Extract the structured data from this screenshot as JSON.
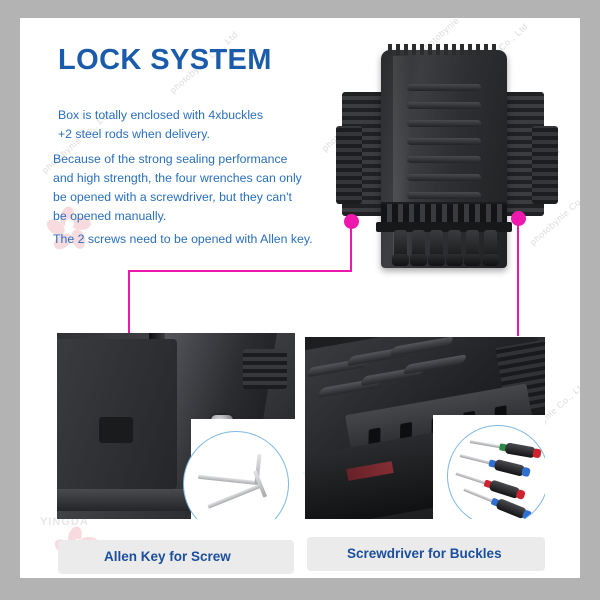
{
  "page": {
    "title": "LOCK SYSTEM",
    "title_color": "#1b5bab",
    "body_color": "#2a6fbd",
    "frame_color": "#b3b3b3",
    "background": "#ffffff",
    "callout_color": "#ee19ac",
    "caption_bg": "#ebebeb",
    "caption_text_color": "#1b4f9c"
  },
  "paragraphs": {
    "p1": {
      "line1": "Box is totally enclosed with 4xbuckles",
      "line2": "+2 steel rods when delivery."
    },
    "p2": {
      "line1": "Because of the strong sealing performance",
      "line2": "and high strength, the four wrenches can only",
      "line3": "be opened with a screwdriver, but they can't",
      "line4": "be opened manually."
    },
    "p3": {
      "line1": "The 2 screws need to be opened with Allen key."
    }
  },
  "captions": {
    "left": "Allen Key for Screw",
    "right": "Screwdriver for Buckles"
  },
  "photos": {
    "hero": "fiber-optic-splice-closure-black-enclosure",
    "left": "enclosure-corner-with-chrome-hex-screw",
    "right": "enclosure-edge-with-buckle-slots"
  },
  "insets": {
    "allen": "two-allen-hex-keys",
    "drivers": "four-screwdrivers"
  },
  "callouts": {
    "left_dot": "callout-dot-screw-location",
    "right_dot": "callout-dot-buckle-location"
  },
  "watermark": {
    "text": "photobynie Co., Ltd",
    "word": "YINGDA",
    "logo": "flower-logo"
  }
}
